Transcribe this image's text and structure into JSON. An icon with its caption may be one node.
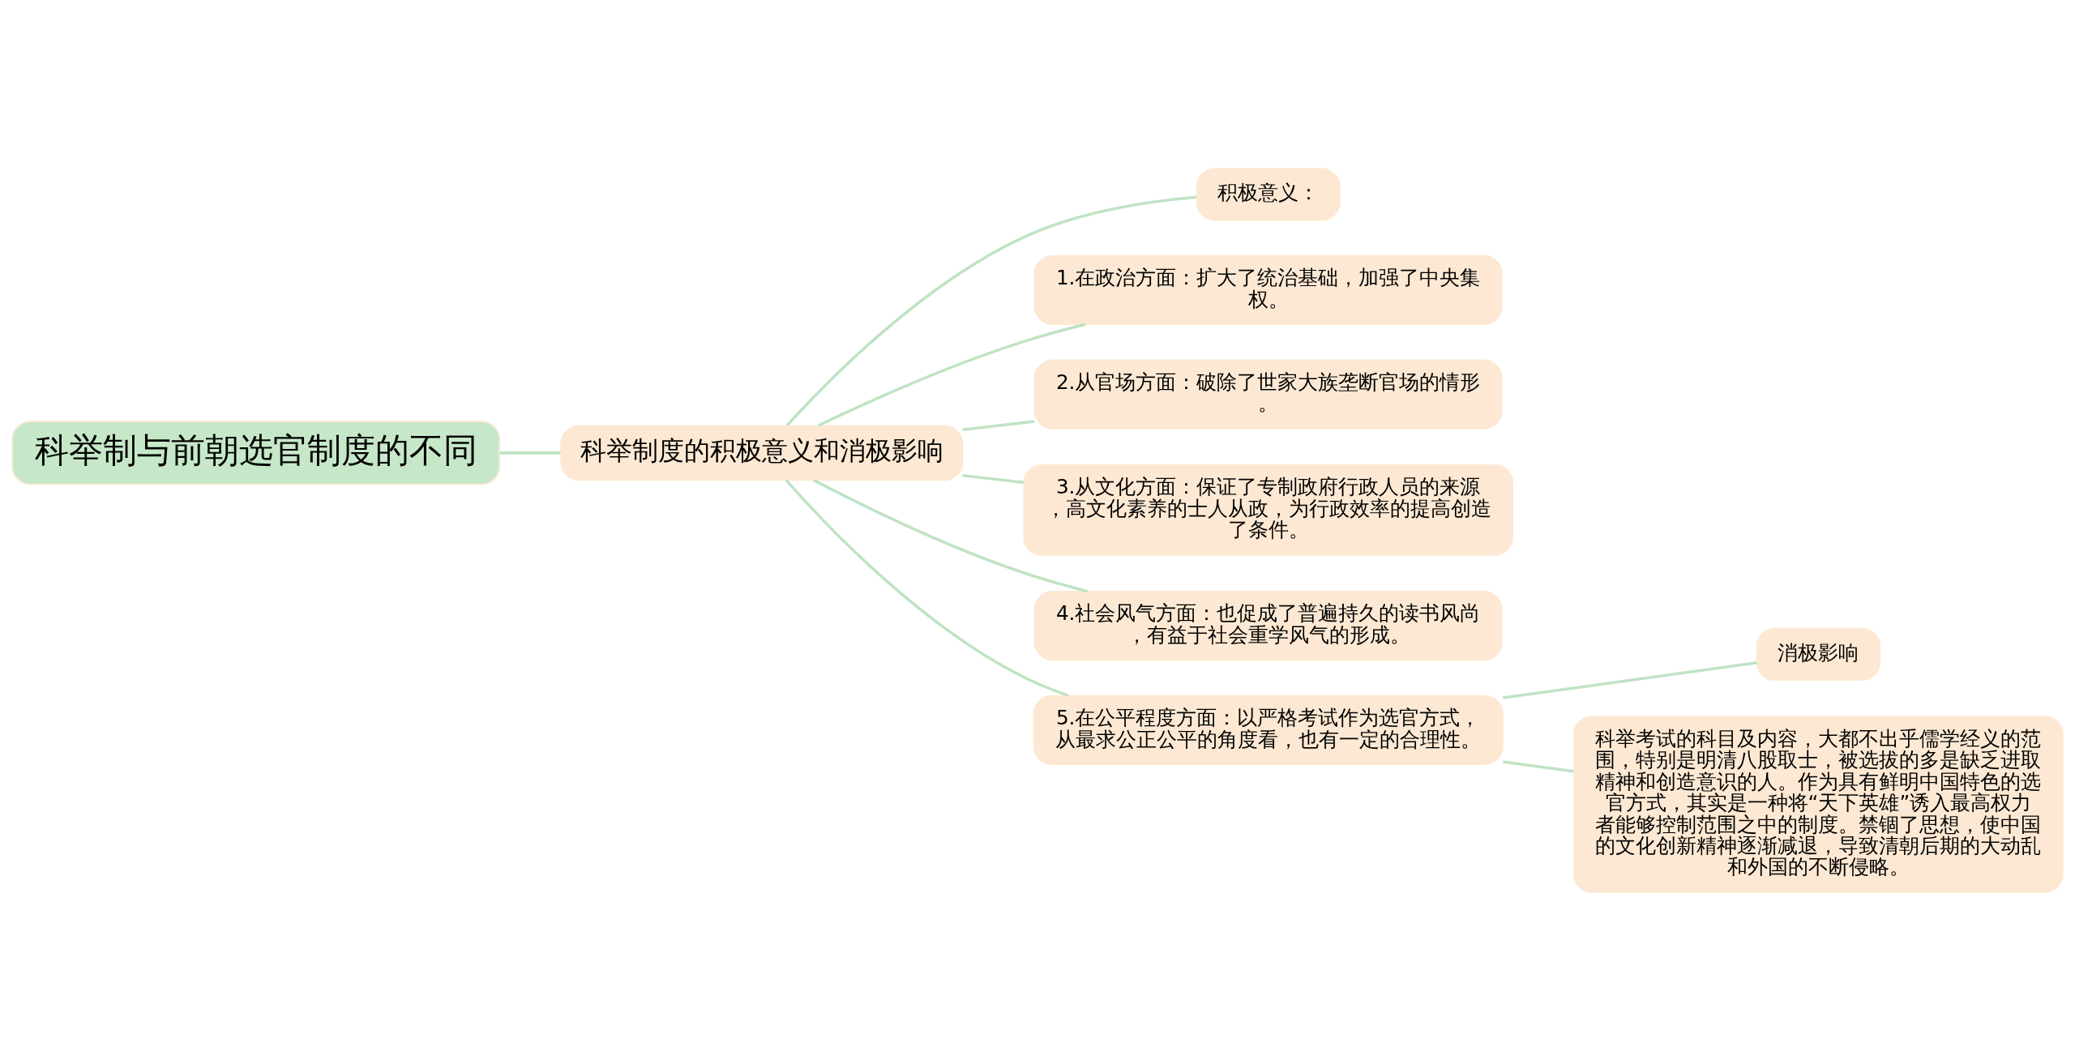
{
  "diagram": {
    "nodes": [
      {
        "text": [
          "科举制与前朝选官制度的不同"
        ]
      },
      {
        "text": [
          "科举制度的积极意义和消极影响"
        ]
      },
      {
        "text": [
          "积极意义："
        ]
      },
      {
        "text": [
          "1.在政治方面：扩大了统治基础，加强了中央集权。"
        ]
      },
      {
        "text": [
          "2.从官场方面：破除了世家大族垄断官场的情形。"
        ]
      },
      {
        "text": [
          "3.从文化方面：保证了专制政府行政人员的来源，高文化素养的士人从政，为行政效率的提高创造了条件。"
        ]
      },
      {
        "text": [
          "4.社会风气方面：也促成了普遍持久的读书风尚，有益于社会重学风气的形成。"
        ]
      },
      {
        "text": [
          "5.在公平程度方面：以严格考试作为选官方式，从最求公正公平的角度看，也有一定的合理性。"
        ]
      },
      {
        "text": [
          "消极影响"
        ]
      },
      {
        "text": [
          "科举考试的科目及内容，大都不出乎儒学经义的范围，特别是明清八股取士，被选拔的多是缺乏进取精神和创造意识的人。作为具有鲜明中国特色的选官方式，其实是一种将“天下英雄”诱入最高权力者能够控制范围之中的制度。禁锢了思想，使中国的文化创新精神逐渐减退，导致清朝后期的大动乱和外国的不断侵略。"
        ]
      }
    ],
    "edges": [
      {
        "from": 0,
        "to": 1,
        "arrow": "none"
      },
      {
        "from": 1,
        "to": 2,
        "arrow": "none"
      },
      {
        "from": 1,
        "to": 3,
        "arrow": "none"
      },
      {
        "from": 1,
        "to": 4,
        "arrow": "none"
      },
      {
        "from": 1,
        "to": 5,
        "arrow": "none"
      },
      {
        "from": 1,
        "to": 6,
        "arrow": "none"
      },
      {
        "from": 1,
        "to": 7,
        "arrow": "none"
      },
      {
        "from": 7,
        "to": 8,
        "arrow": "none"
      },
      {
        "from": 7,
        "to": 9,
        "arrow": "none"
      }
    ]
  }
}
